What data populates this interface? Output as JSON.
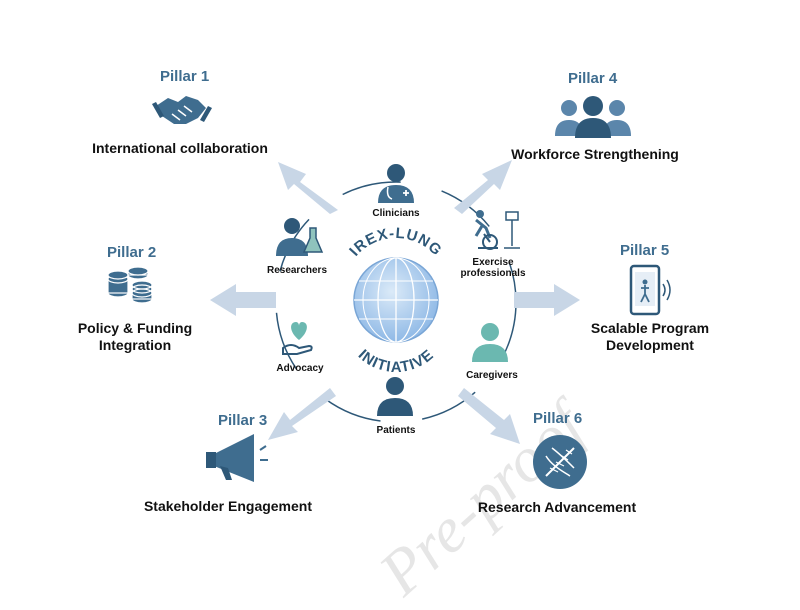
{
  "center": {
    "label_top": "IREX-LUNG",
    "label_bottom": "INITIATIVE"
  },
  "pillars": [
    {
      "number": "Pillar 1",
      "title": "International collaboration",
      "icon": "handshake-icon"
    },
    {
      "number": "Pillar 2",
      "title": "Policy & Funding Integration",
      "icon": "coins-icon"
    },
    {
      "number": "Pillar 3",
      "title": "Stakeholder Engagement",
      "icon": "megaphone-icon"
    },
    {
      "number": "Pillar 4",
      "title": "Workforce Strengthening",
      "icon": "group-icon"
    },
    {
      "number": "Pillar 5",
      "title": "Scalable Program Development",
      "icon": "mobile-phone-icon"
    },
    {
      "number": "Pillar 6",
      "title": "Research Advancement",
      "icon": "dna-icon"
    }
  ],
  "stakeholders": [
    {
      "label": "Clinicians",
      "icon": "clinician-icon"
    },
    {
      "label": "Exercise professionals",
      "icon": "exercise-bike-icon"
    },
    {
      "label": "Caregivers",
      "icon": "caregiver-icon"
    },
    {
      "label": "Patients",
      "icon": "patient-icon"
    },
    {
      "label": "Advocacy",
      "icon": "heart-hand-icon"
    },
    {
      "label": "Researchers",
      "icon": "researcher-icon"
    }
  ],
  "watermark": "Pre-proof",
  "colors": {
    "primary": "#3f6d8f",
    "dark": "#2e5878",
    "teal": "#6bb8b0",
    "arrow": "#c8d6e6",
    "globe": "#9cc3ea"
  }
}
